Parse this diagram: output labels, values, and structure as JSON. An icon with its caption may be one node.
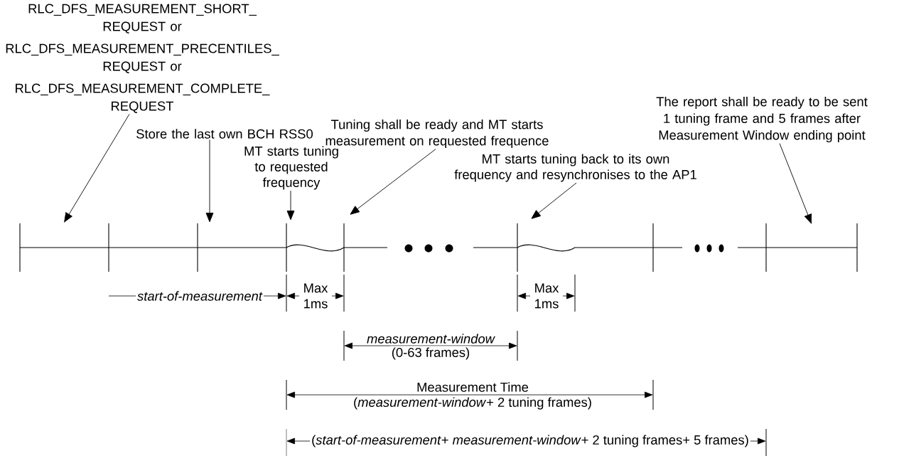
{
  "diagram": {
    "nodes": [
      {
        "text": [
          "RLC_DFS_MEASUREMENT_SHORT_ REQUEST or",
          "RLC_DFS_MEASUREMENT_PRECENTILES_ REQUEST or",
          "RLC_DFS_MEASUREMENT_COMPLETE_ REQUEST"
        ]
      },
      {
        "text": [
          "Store the last own BCH RSS0"
        ]
      },
      {
        "text": [
          "MT starts tuning to requested frequency"
        ]
      },
      {
        "text": [
          "Tuning shall be ready and MT starts measurement on requested frequence"
        ]
      },
      {
        "text": [
          "MT starts tuning back to its own frequency and resynchronises to the AP1"
        ]
      },
      {
        "text": [
          "The report shall be ready to be sent 1 tuning frame and 5 frames after Measurement Window ending point"
        ]
      }
    ],
    "edges": [
      {
        "from": 0,
        "to": null,
        "arrow": "to"
      },
      {
        "from": 1,
        "to": null,
        "arrow": "to"
      },
      {
        "from": 2,
        "to": null,
        "arrow": "to"
      },
      {
        "from": 3,
        "to": null,
        "arrow": "to"
      },
      {
        "from": 4,
        "to": null,
        "arrow": "to"
      },
      {
        "from": 5,
        "to": null,
        "arrow": "to"
      }
    ],
    "labels": [
      "start-of-measurement",
      "Max 1ms",
      "Max 1ms",
      "measurement-window",
      "(0-63 frames)",
      "Measurement Time",
      "(*measurement-window*+ 2 tuning frames)",
      "(*start-of-measurement*+ *measurement-window*+ 2 tuning frames+ 5 frames)"
    ]
  }
}
